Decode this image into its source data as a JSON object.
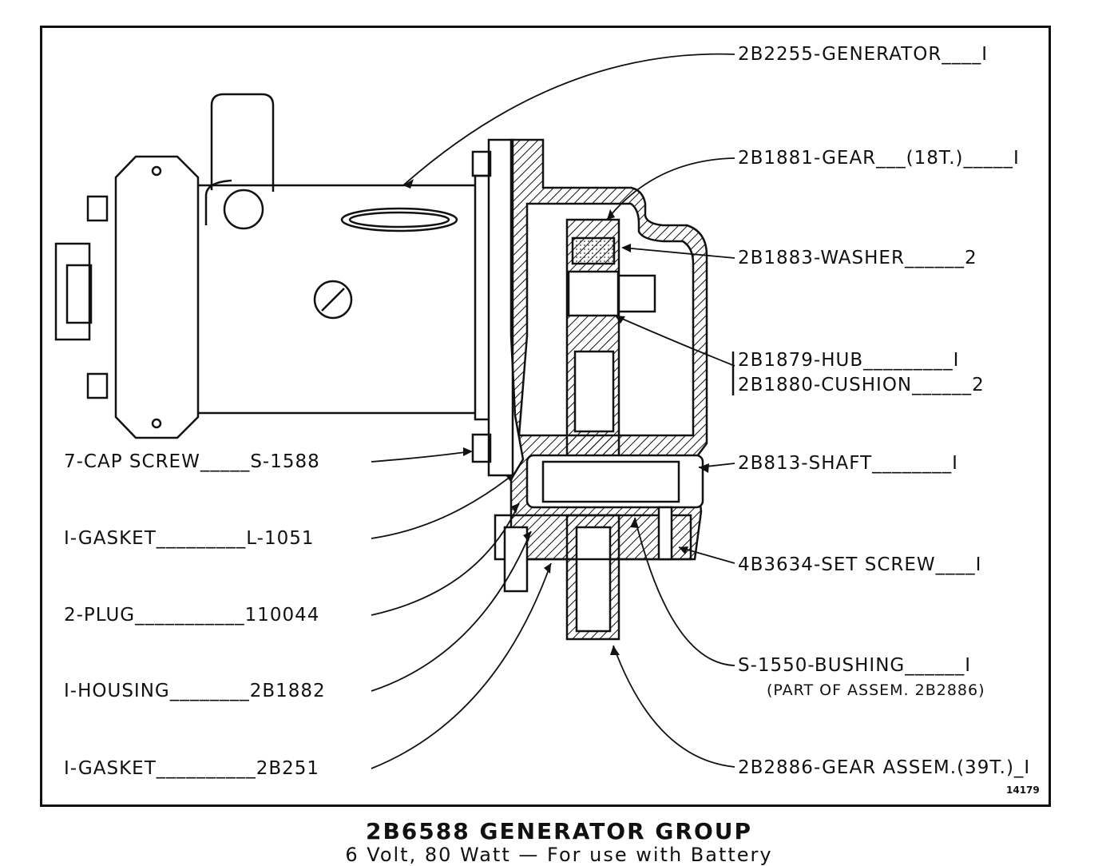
{
  "labels_right": {
    "generator": "2B2255-GENERATOR____I",
    "gear": "2B1881-GEAR___(18T.)_____I",
    "washer": "2B1883-WASHER______2",
    "hub": "2B1879-HUB_________I",
    "cushion": "2B1880-CUSHION______2",
    "shaft": "2B813-SHAFT________I",
    "set_screw": "4B3634-SET SCREW____I",
    "bushing": "S-1550-BUSHING______I",
    "bushing_note": "(PART OF ASSEM. 2B2886)",
    "gear_assem": "2B2886-GEAR ASSEM.(39T.)_I"
  },
  "labels_left": {
    "cap_screw": "7-CAP SCREW_____S-1588",
    "gasket1": "I-GASKET_________L-1051",
    "plug": "2-PLUG___________110044",
    "housing": "I-HOUSING________2B1882",
    "gasket2": "I-GASKET__________2B251"
  },
  "figure_number": "14179",
  "title": "2B6588  GENERATOR GROUP",
  "subtitle": "6 Volt, 80 Watt — For use with Battery"
}
